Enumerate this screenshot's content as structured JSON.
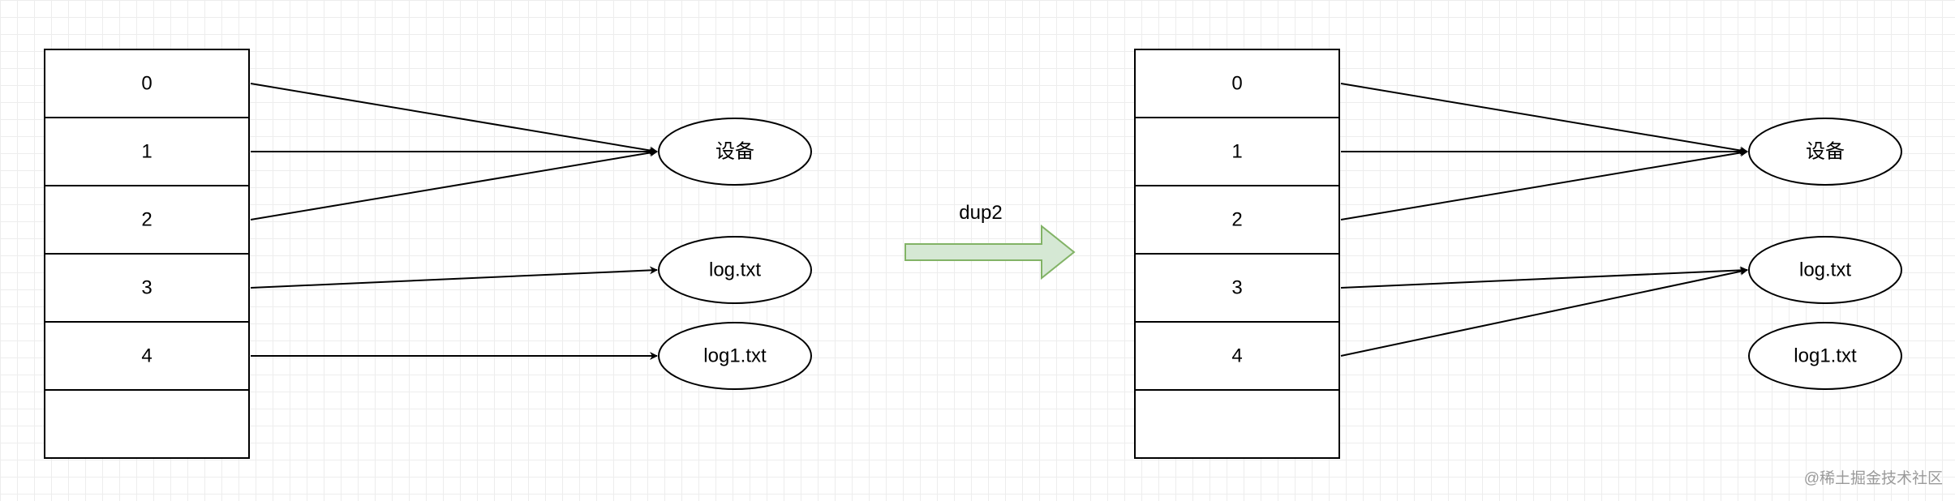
{
  "left_table": {
    "cells": [
      "0",
      "1",
      "2",
      "3",
      "4",
      ""
    ]
  },
  "left_targets": {
    "device": "设备",
    "log": "log.txt",
    "log1": "log1.txt"
  },
  "operation": {
    "label": "dup2"
  },
  "right_table": {
    "cells": [
      "0",
      "1",
      "2",
      "3",
      "4",
      ""
    ]
  },
  "right_targets": {
    "device": "设备",
    "log": "log.txt",
    "log1": "log1.txt"
  },
  "watermark": "@稀土掘金技术社区",
  "colors": {
    "line": "#000000",
    "arrow_fill": "#d5e8d4",
    "arrow_stroke": "#82b366"
  }
}
